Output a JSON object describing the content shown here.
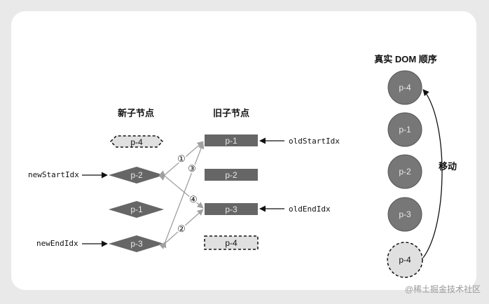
{
  "headings": {
    "new_nodes": "新子节点",
    "old_nodes": "旧子节点",
    "real_dom_order": "真实 DOM 顺序"
  },
  "new_children": [
    {
      "label": "p-4",
      "style": "ghost"
    },
    {
      "label": "p-2",
      "style": "solid"
    },
    {
      "label": "p-1",
      "style": "solid"
    },
    {
      "label": "p-3",
      "style": "solid"
    }
  ],
  "old_children": [
    {
      "label": "p-1",
      "style": "solid"
    },
    {
      "label": "p-2",
      "style": "solid"
    },
    {
      "label": "p-3",
      "style": "solid"
    },
    {
      "label": "p-4",
      "style": "ghost"
    }
  ],
  "pointers": {
    "new_start": "newStartIdx",
    "new_end": "newEndIdx",
    "old_start": "oldStartIdx",
    "old_end": "oldEndIdx"
  },
  "steps": [
    "①",
    "②",
    "③",
    "④"
  ],
  "dom_order": [
    "p-4",
    "p-1",
    "p-2",
    "p-3",
    "p-4"
  ],
  "move_label": "移动",
  "watermark": "@稀土掘金技术社区",
  "colors": {
    "node_fill": "#666666",
    "node_text": "#e8e8e8",
    "ghost_fill": "#e0e0e0",
    "circle_fill": "#777777",
    "arrow_gray": "#a0a0a0",
    "ink": "#111111"
  }
}
